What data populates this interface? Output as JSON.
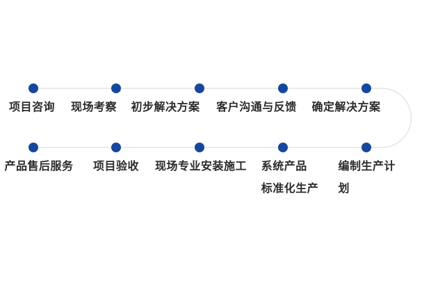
{
  "diagram": {
    "type": "process-flow",
    "colors": {
      "dot": "#16479d",
      "line": "#e4e4e4",
      "text": "#2b2b2b"
    },
    "top_steps": [
      {
        "label": "项目咨询"
      },
      {
        "label": "现场考察"
      },
      {
        "label": "初步解决方案"
      },
      {
        "label": "客户沟通与反馈"
      },
      {
        "label": "确定解决方案"
      }
    ],
    "bottom_steps": [
      {
        "label": "产品售后服务"
      },
      {
        "label": "项目验收"
      },
      {
        "label": "现场专业安装施工"
      },
      {
        "label": "系统产品\n标准化生产"
      },
      {
        "label": "编制生产计划"
      }
    ]
  }
}
